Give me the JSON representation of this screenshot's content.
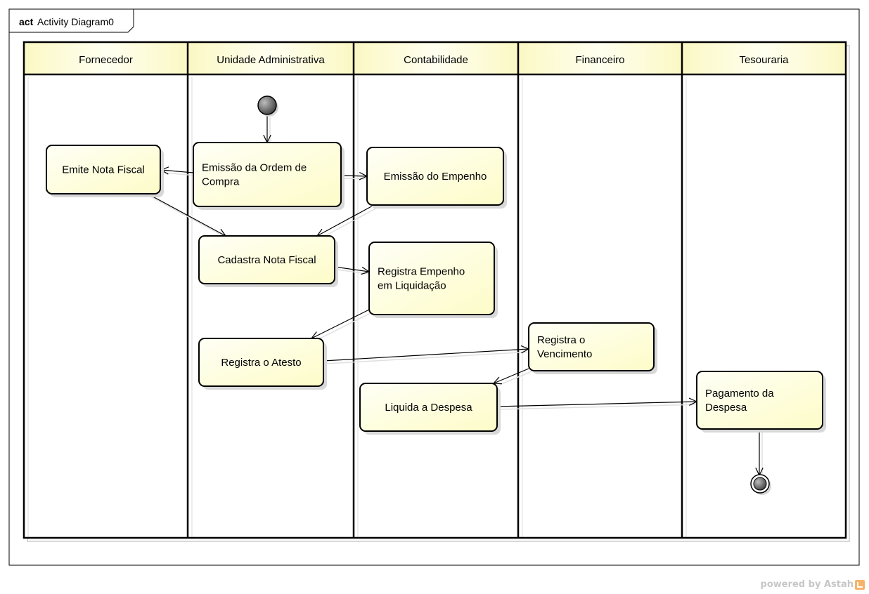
{
  "frame": {
    "keyword": "act",
    "name": "Activity Diagram0"
  },
  "lanes": [
    {
      "id": "fornecedor",
      "label": "Fornecedor"
    },
    {
      "id": "unidade",
      "label": "Unidade Administrativa"
    },
    {
      "id": "contabilidade",
      "label": "Contabilidade"
    },
    {
      "id": "financeiro",
      "label": "Financeiro"
    },
    {
      "id": "tesouraria",
      "label": "Tesouraria"
    }
  ],
  "actions": [
    {
      "id": "emite-nota-fiscal",
      "lines": [
        "Emite Nota Fiscal"
      ]
    },
    {
      "id": "emissao-ordem-compra",
      "lines": [
        "Emissão da Ordem de",
        "Compra"
      ]
    },
    {
      "id": "emissao-empenho",
      "lines": [
        "Emissão do Empenho"
      ]
    },
    {
      "id": "cadastra-nota-fiscal",
      "lines": [
        "Cadastra Nota Fiscal"
      ]
    },
    {
      "id": "registra-empenho-liquidacao",
      "lines": [
        "Registra Empenho",
        "em Liquidação"
      ]
    },
    {
      "id": "registra-atesto",
      "lines": [
        "Registra o Atesto"
      ]
    },
    {
      "id": "registra-vencimento",
      "lines": [
        "Registra o",
        "Vencimento"
      ]
    },
    {
      "id": "liquida-despesa",
      "lines": [
        "Liquida a Despesa"
      ]
    },
    {
      "id": "pagamento-despesa",
      "lines": [
        "Pagamento da",
        "Despesa"
      ]
    }
  ],
  "flows": [
    {
      "from": "initial",
      "to": "emissao-ordem-compra"
    },
    {
      "from": "emissao-ordem-compra",
      "to": "emite-nota-fiscal"
    },
    {
      "from": "emissao-ordem-compra",
      "to": "emissao-empenho"
    },
    {
      "from": "emite-nota-fiscal",
      "to": "cadastra-nota-fiscal"
    },
    {
      "from": "emissao-empenho",
      "to": "cadastra-nota-fiscal"
    },
    {
      "from": "cadastra-nota-fiscal",
      "to": "registra-empenho-liquidacao"
    },
    {
      "from": "registra-empenho-liquidacao",
      "to": "registra-atesto"
    },
    {
      "from": "registra-atesto",
      "to": "registra-vencimento"
    },
    {
      "from": "registra-vencimento",
      "to": "liquida-despesa"
    },
    {
      "from": "liquida-despesa",
      "to": "pagamento-despesa"
    },
    {
      "from": "pagamento-despesa",
      "to": "final"
    }
  ],
  "colors": {
    "action_fill": "#ffffd2",
    "action_fill_light": "#fffff4",
    "lane_header_fill": "#fdfccf",
    "stroke": "#000000",
    "shadow": "#d4d4d4"
  },
  "footer": {
    "powered_by": "powered by Astah"
  }
}
